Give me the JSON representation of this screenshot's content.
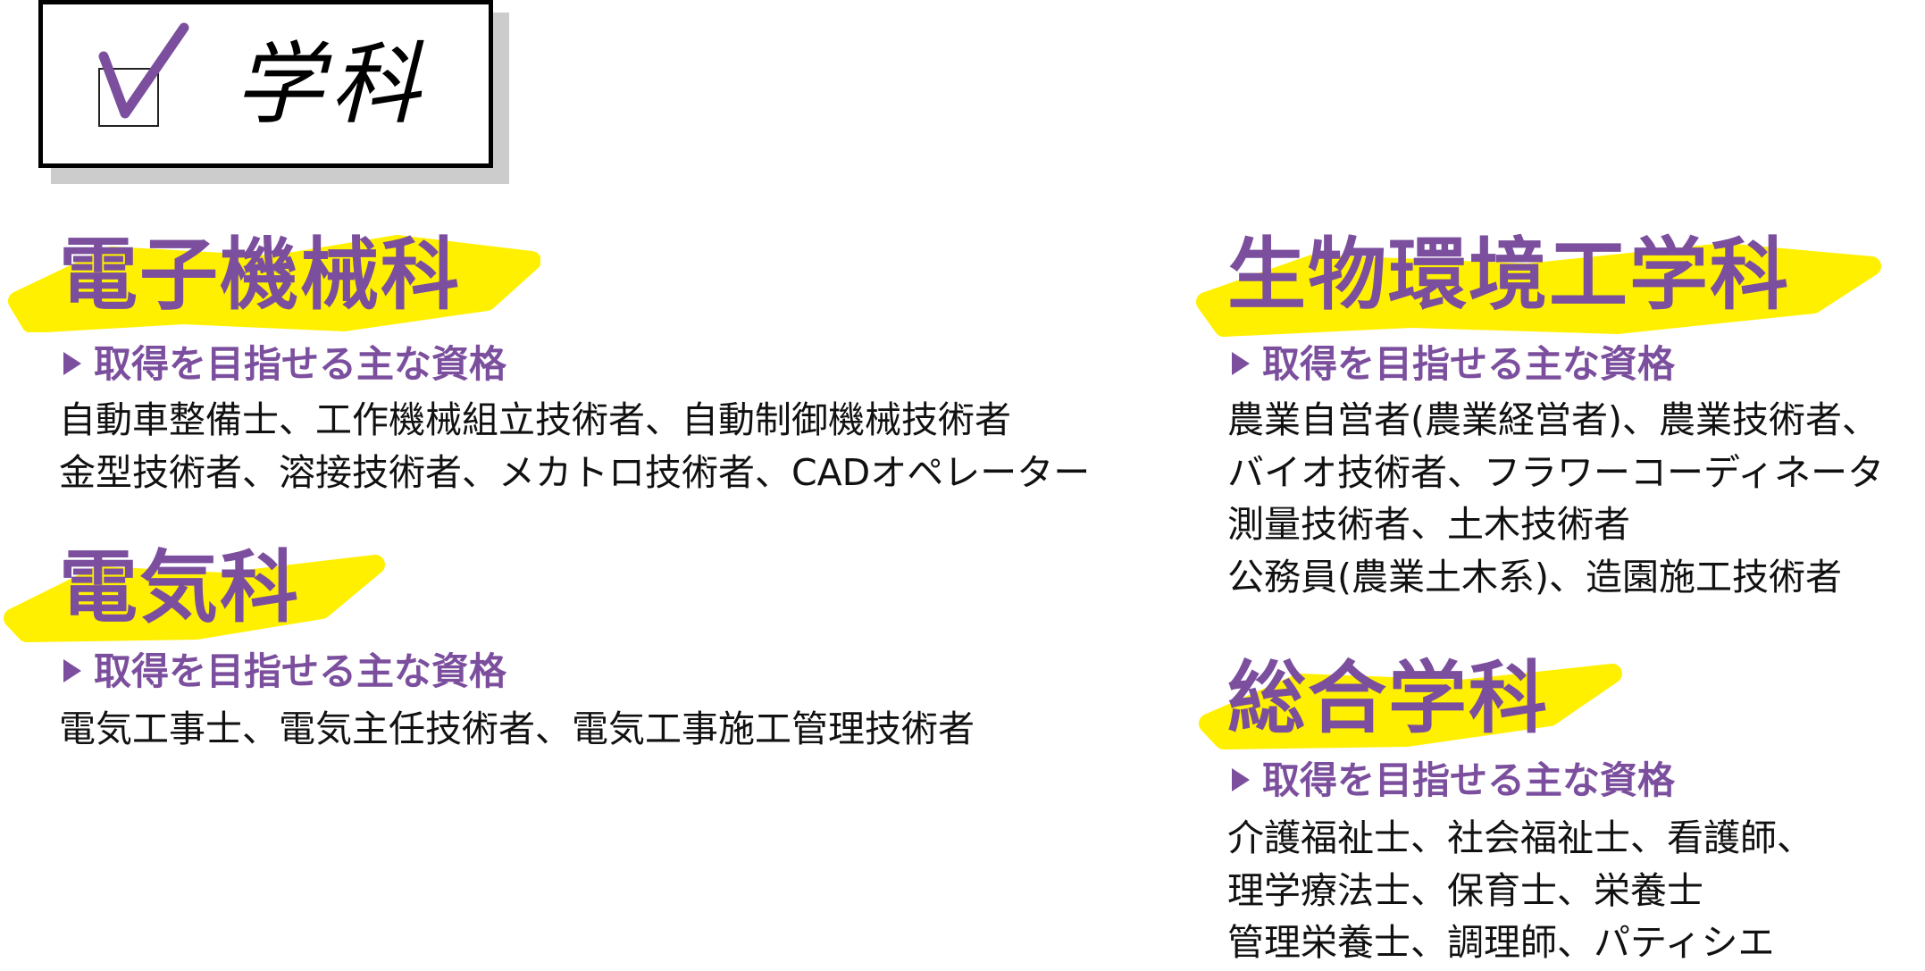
{
  "title": {
    "text": "学科",
    "check_icon": "checkmark-in-box-icon"
  },
  "colors": {
    "accent": "#7b4f9d",
    "highlight": "#fff000",
    "text": "#111111"
  },
  "sections": [
    {
      "heading": "電子機械科",
      "sub": "取得を目指せる主な資格",
      "lines": [
        "自動車整備士、工作機械組立技術者、自動制御機械技術者",
        "金型技術者、溶接技術者、メカトロ技術者、CADオペレーター"
      ]
    },
    {
      "heading": "電気科",
      "sub": "取得を目指せる主な資格",
      "lines": [
        "電気工事士、電気主任技術者、電気工事施工管理技術者"
      ]
    },
    {
      "heading": "生物環境工学科",
      "sub": "取得を目指せる主な資格",
      "lines": [
        "農業自営者(農業経営者)、農業技術者、",
        "バイオ技術者、フラワーコーディネータ",
        "測量技術者、土木技術者",
        "公務員(農業土木系)、造園施工技術者"
      ]
    },
    {
      "heading": "総合学科",
      "sub": "取得を目指せる主な資格",
      "lines": [
        "介護福祉士、社会福祉士、看護師、",
        "理学療法士、保育士、栄養士",
        "管理栄養士、調理師、パティシエ"
      ]
    }
  ]
}
